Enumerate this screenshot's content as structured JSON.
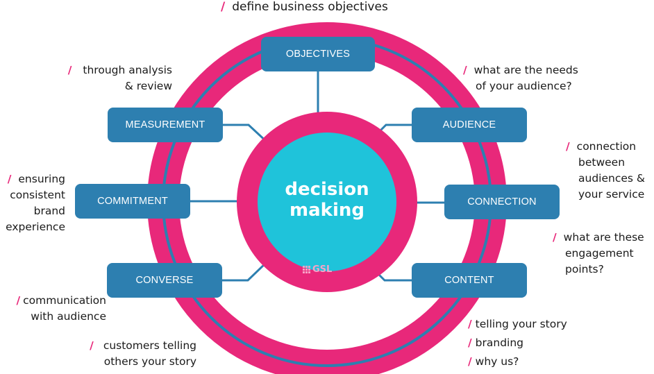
{
  "colors": {
    "ring": "#e8287a",
    "ring_stroke": "#2d7fb0",
    "node_fill": "#2d7fb0",
    "center_fill": "#1fc3da",
    "slash": "#e8287a",
    "text": "#1a1a1a"
  },
  "center": {
    "line1": "decision",
    "line2": "making",
    "logo_text": "GSL"
  },
  "nodes": {
    "objectives": "OBJECTIVES",
    "audience": "AUDIENCE",
    "connection": "CONNECTION",
    "content": "CONTENT",
    "converse": "CONVERSE",
    "commitment": "COMMITMENT",
    "measurement": "MEASUREMENT"
  },
  "notes": {
    "objectives": [
      "define business objectives"
    ],
    "audience": [
      "what are the needs",
      "of your audience?"
    ],
    "connection_1": [
      "connection",
      "between",
      "audiences &",
      "your service"
    ],
    "connection_2": [
      "what are these",
      "engagement",
      "points?"
    ],
    "content": [
      "telling your story",
      "branding",
      "why us?"
    ],
    "converse_1": [
      "communication",
      "with audience"
    ],
    "converse_2": [
      "customers telling",
      "others your story"
    ],
    "commitment": [
      "ensuring",
      "consistent",
      "brand",
      "experience"
    ],
    "measurement": [
      "through analysis",
      "& review"
    ]
  },
  "slash_glyph": "/"
}
